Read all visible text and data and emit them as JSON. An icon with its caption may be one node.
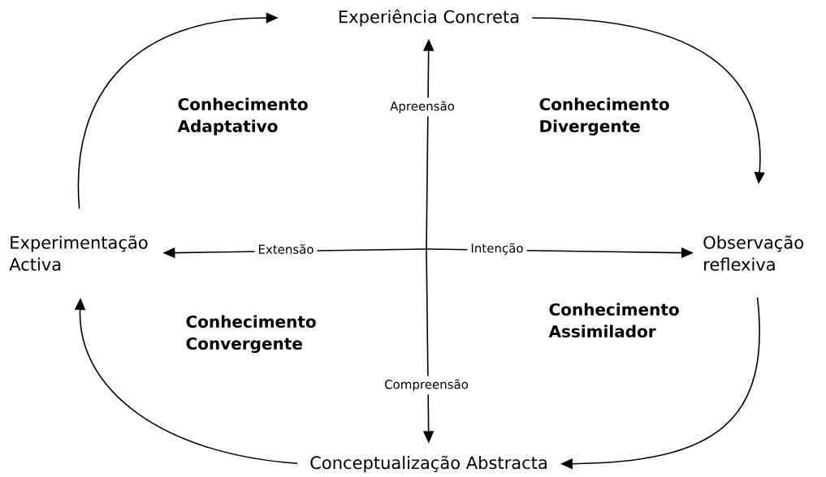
{
  "diagram": {
    "nodes": [
      {
        "text": [
          "Experiência Concreta"
        ]
      },
      {
        "text": [
          "Experimentação Activa"
        ]
      },
      {
        "text": [
          "Observação reflexiva"
        ]
      },
      {
        "text": [
          "Conceptualização Abstracta"
        ]
      }
    ],
    "edges": [
      {
        "from": 0,
        "to": 2,
        "arrow": "to"
      },
      {
        "from": 2,
        "to": 3,
        "arrow": "to"
      },
      {
        "from": 3,
        "to": 1,
        "arrow": "to"
      },
      {
        "from": 1,
        "to": 0,
        "arrow": "to"
      },
      {
        "from": null,
        "to": 0,
        "arrow": "to",
        "label": "Apreensão"
      },
      {
        "from": null,
        "to": 1,
        "arrow": "to",
        "label": "Extensão"
      },
      {
        "from": null,
        "to": 2,
        "arrow": "to",
        "label": "Intenção"
      },
      {
        "from": null,
        "to": 3,
        "arrow": "to",
        "label": "Compreensão"
      }
    ],
    "labels": [
      "Conhecimento Adaptativo",
      "Conhecimento Divergente",
      "Conhecimento Convergente",
      "Conhecimento Assimilador"
    ]
  }
}
